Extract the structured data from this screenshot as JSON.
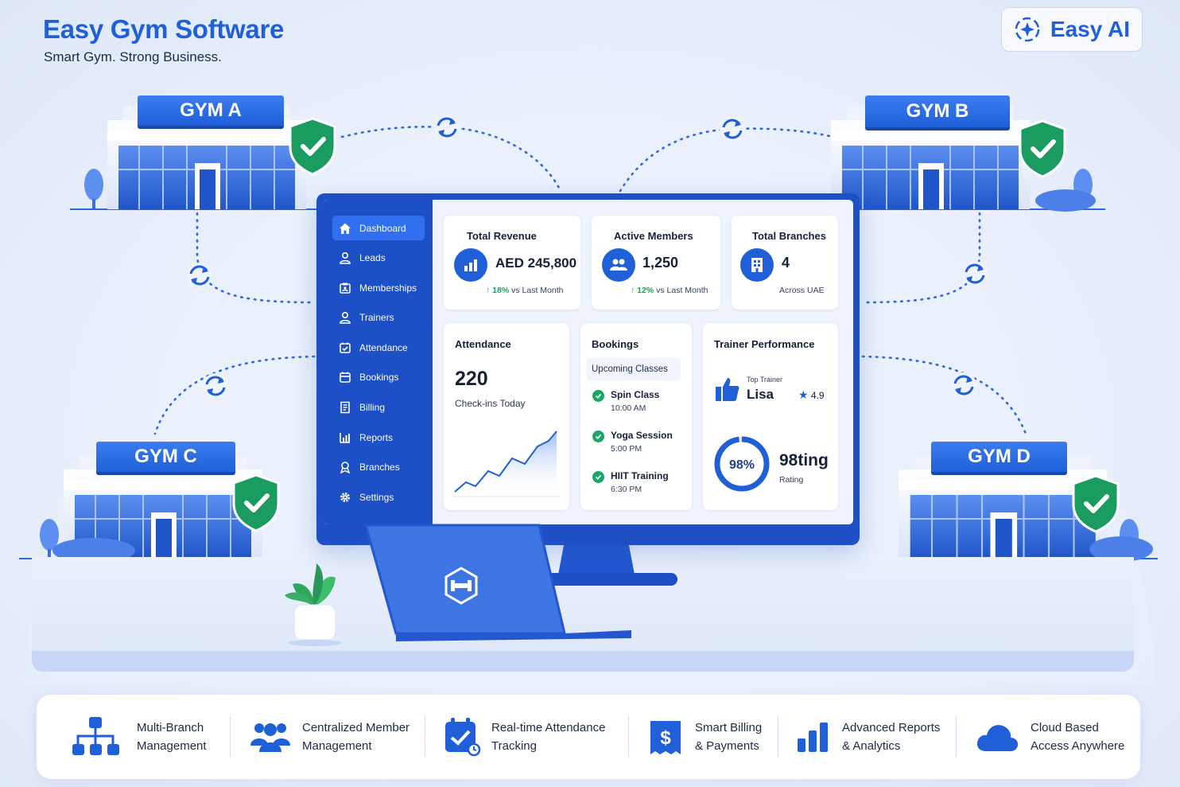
{
  "header": {
    "title": "Easy Gym Software",
    "tagline": "Smart Gym. Strong Business.",
    "brand_badge": "Easy AI"
  },
  "gyms": [
    "GYM A",
    "GYM B",
    "GYM C",
    "GYM D"
  ],
  "colors": {
    "primary": "#1f5fd8",
    "sidebar": "#1d4fc6",
    "success": "#17a865",
    "shield": "#1a9b60"
  },
  "sidebar": {
    "items": [
      {
        "label": "Dashboard",
        "icon": "home-icon"
      },
      {
        "label": "Leads",
        "icon": "user-icon"
      },
      {
        "label": "Memberships",
        "icon": "id-card-icon"
      },
      {
        "label": "Trainers",
        "icon": "trainer-icon"
      },
      {
        "label": "Attendance",
        "icon": "calendar-check-icon"
      },
      {
        "label": "Bookings",
        "icon": "calendar-icon"
      },
      {
        "label": "Billing",
        "icon": "receipt-icon"
      },
      {
        "label": "Reports",
        "icon": "bar-chart-icon"
      },
      {
        "label": "Branches",
        "icon": "branch-icon"
      },
      {
        "label": "Settings",
        "icon": "gear-icon"
      }
    ]
  },
  "kpis": {
    "revenue": {
      "title": "Total Revenue",
      "value": "AED 245,800",
      "change": "↑ 18%",
      "change_note": "vs Last Month"
    },
    "members": {
      "title": "Active Members",
      "value": "1,250",
      "change": "↑ 12%",
      "change_note": "vs Last Month"
    },
    "branches": {
      "title": "Total Branches",
      "value": "4",
      "note": "Across UAE"
    }
  },
  "attendance": {
    "title": "Attendance",
    "value": "220",
    "label": "Check-ins Today"
  },
  "bookings": {
    "title": "Bookings",
    "subtitle": "Upcoming Classes",
    "classes": [
      {
        "name": "Spin Class",
        "time": "10:00 AM"
      },
      {
        "name": "Yoga Session",
        "time": "5:00 PM"
      },
      {
        "name": "HIIT Training",
        "time": "6:30 PM"
      }
    ]
  },
  "trainer": {
    "title": "Trainer Performance",
    "top_label": "Top Trainer",
    "top_name": "Lisa",
    "rating": "4.9",
    "ring_value": "98%",
    "ring_fraction": 0.98,
    "big_value": "98ting",
    "big_label": "Rating"
  },
  "features": [
    {
      "line1": "Multi-Branch",
      "line2": "Management",
      "icon": "org-chart-icon"
    },
    {
      "line1": "Centralized Member",
      "line2": "Management",
      "icon": "users-icon"
    },
    {
      "line1": "Real-time Attendance",
      "line2": "Tracking",
      "icon": "calendar-check-icon"
    },
    {
      "line1": "Smart Billing",
      "line2": "& Payments",
      "icon": "dollar-icon"
    },
    {
      "line1": "Advanced Reports",
      "line2": "& Analytics",
      "icon": "bar-chart-icon"
    },
    {
      "line1": "Cloud Based",
      "line2": "Access Anywhere",
      "icon": "cloud-icon"
    }
  ]
}
